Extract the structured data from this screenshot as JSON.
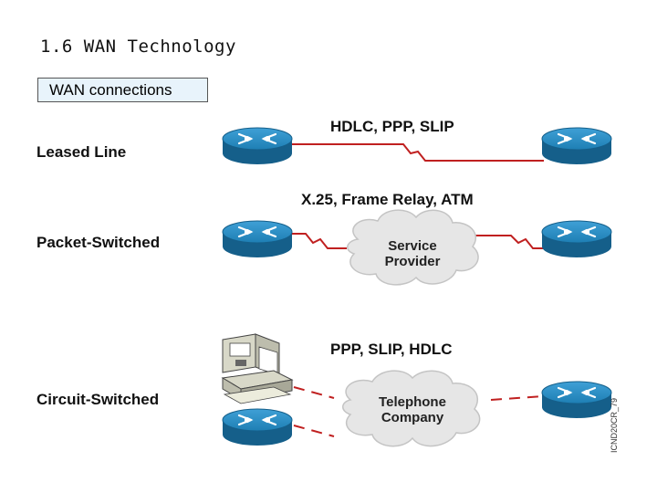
{
  "slide": {
    "title": "1.6 WAN Technology",
    "tag": "WAN connections",
    "watermark": "ICND20CR_79"
  },
  "rows": [
    {
      "label": "Leased Line",
      "protocols": "HDLC, PPP, SLIP"
    },
    {
      "label": "Packet-Switched",
      "protocols": "X.25, Frame Relay, ATM",
      "cloud": [
        "Service",
        "Provider"
      ]
    },
    {
      "label": "Circuit-Switched",
      "protocols": "PPP, SLIP, HDLC",
      "cloud": [
        "Telephone",
        "Company"
      ]
    }
  ],
  "colors": {
    "router": "#1e7fb4",
    "serial_line": "#c02020",
    "cloud": "#e6e6e6"
  }
}
